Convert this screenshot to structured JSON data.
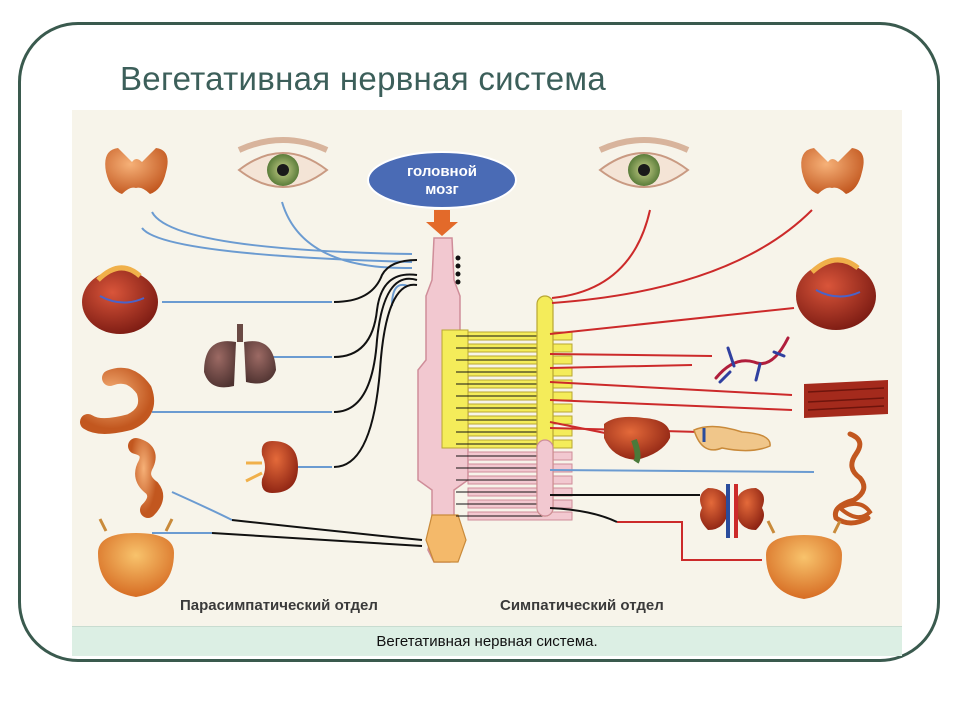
{
  "title": "Вегетативная нервная система",
  "brain_label_line1": "головной",
  "brain_label_line2": "мозг",
  "parasympathetic_label": "Парасимпатический отдел",
  "sympathetic_label": "Симпатический отдел",
  "caption": "Вегетативная нервная система.",
  "colors": {
    "parasympathetic_nerve": "#6b9bd1",
    "sympathetic_nerve": "#cc2a2a",
    "brain_ellipse": "#4a6bb5",
    "spinal_cord": "#f2c8d0",
    "ganglion_chain": "#f4ec5a",
    "caption_bar": "#dcefe4",
    "title_text": "#3c5f5a"
  },
  "organs_left": [
    "thyroid",
    "eye",
    "heart",
    "lungs",
    "stomach",
    "kidney",
    "intestine",
    "bladder"
  ],
  "organs_right": [
    "eye",
    "thyroid",
    "heart",
    "blood-vessels",
    "muscle",
    "liver",
    "pancreas",
    "intestine",
    "kidneys",
    "bladder"
  ]
}
